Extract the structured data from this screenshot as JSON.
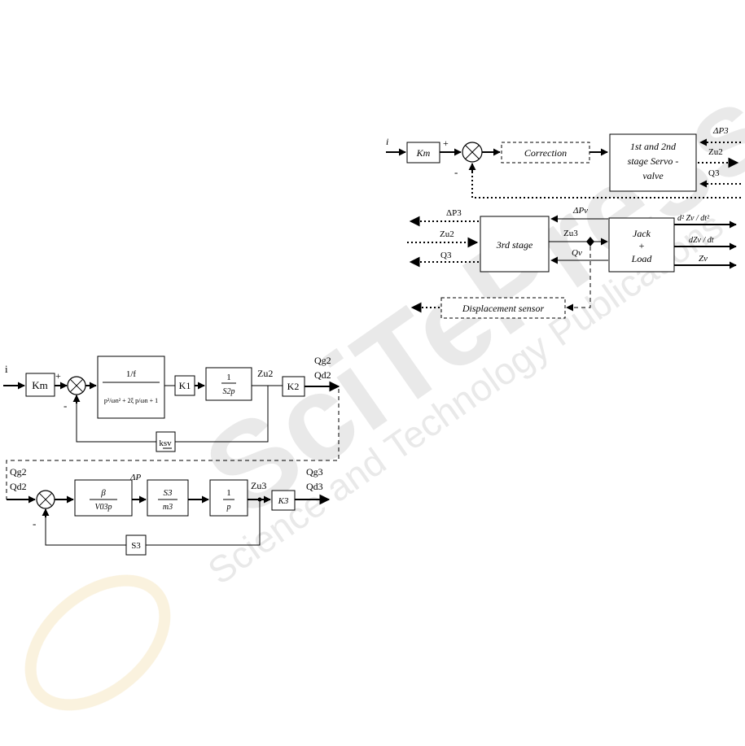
{
  "watermark": {
    "main": "SciTePress",
    "sub": "Science and Technology Publications"
  },
  "top_diagram": {
    "input": "i",
    "gain": "Km",
    "plus": "+",
    "minus": "-",
    "correction": "Correction",
    "servo_line1": "1st and 2nd",
    "servo_line2": "stage Servo -",
    "servo_line3": "valve",
    "out_dp3": "ΔP3",
    "out_zu2": "Zu2",
    "out_q3": "Q3",
    "left_dp3": "ΔP3",
    "left_zu2": "Zu2",
    "left_q3": "Q3",
    "third_stage": "3rd stage",
    "dpv": "ΔPv",
    "zu3": "Zu3",
    "qv": "Qv",
    "jack": "Jack",
    "jack_plus": "+",
    "load": "Load",
    "acc": "d² Zv / dt²",
    "vel": "dZv / dt",
    "pos": "Zv",
    "sensor": "Displacement sensor"
  },
  "bottom_diagram": {
    "input": "i",
    "gain": "Km",
    "plus": "+",
    "minus": "-",
    "tf_num": "1/f",
    "tf_den": "p²/ωn² + 2ξ p/ωn + 1",
    "k1": "K1",
    "int_num": "1",
    "int_den": "S2p",
    "zu2": "Zu2",
    "k2": "K2",
    "out_qg2": "Qg2",
    "out_qd2": "Qd2",
    "kfb": "ksv",
    "in_qg2": "Qg2",
    "in_qd2": "Qd2",
    "minus2": "-",
    "beta_num": "β",
    "beta_den": "V03p",
    "dp": "ΔP",
    "s3m3_num": "S3",
    "s3m3_den": "m3",
    "p_num": "1",
    "p_den": "p",
    "zu3": "Zu3",
    "k3": "K3",
    "out_qg3": "Qg3",
    "out_qd3": "Qd3",
    "s3": "S3"
  }
}
